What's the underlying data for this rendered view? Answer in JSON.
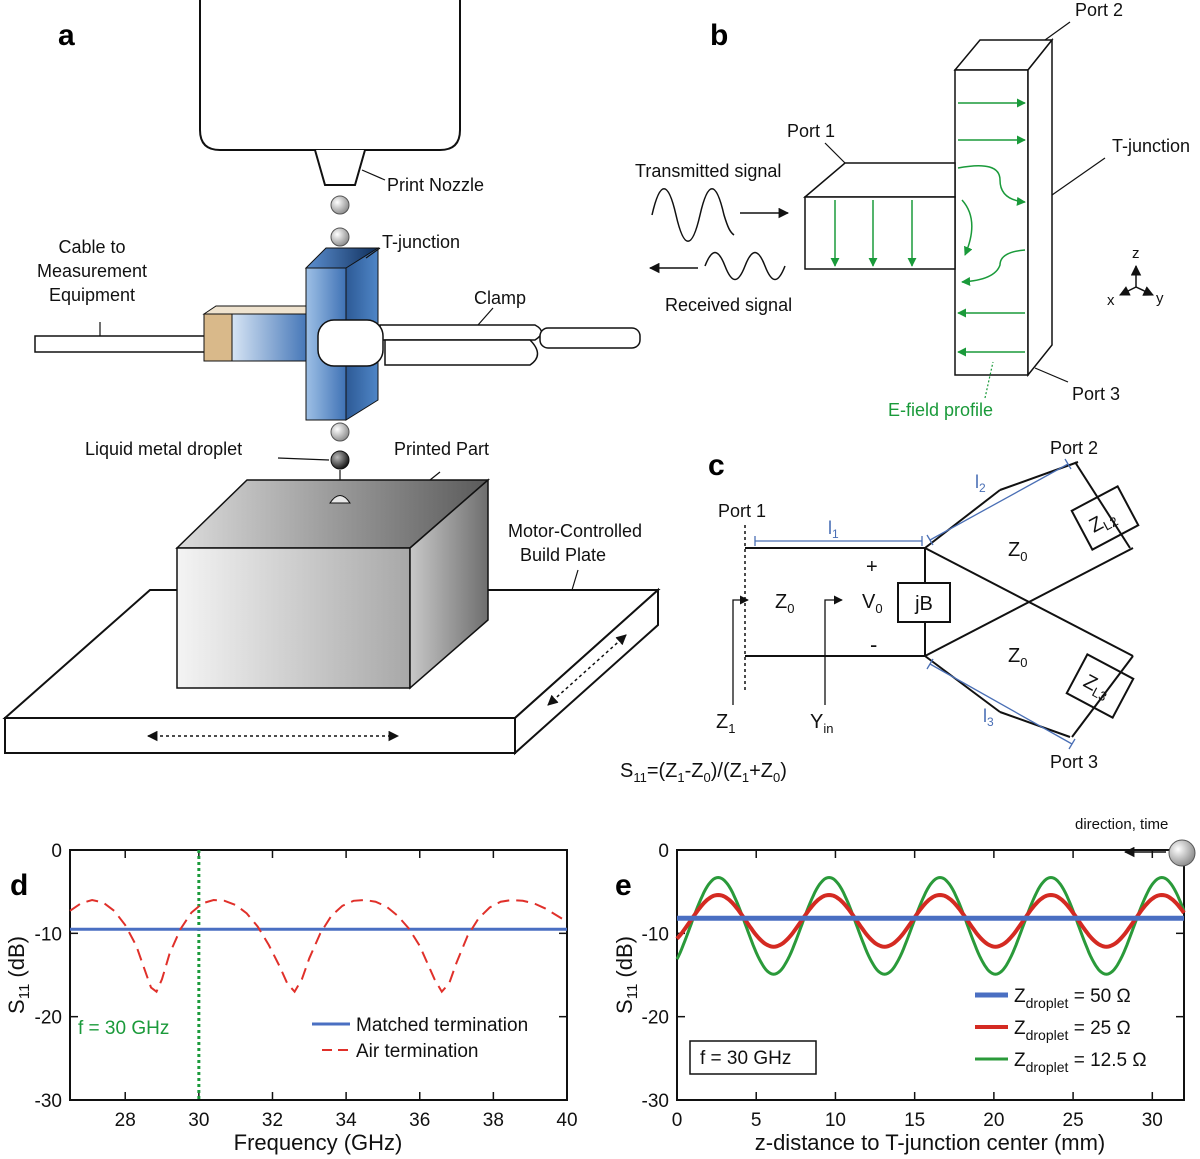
{
  "panels": {
    "a": "a",
    "b": "b",
    "c": "c",
    "d": "d",
    "e": "e"
  },
  "panel_a": {
    "print_nozzle": "Print Nozzle",
    "cable": [
      "Cable to",
      "Measurement",
      "Equipment"
    ],
    "t_junction": "T-junction",
    "clamp": "Clamp",
    "droplet": "Liquid metal droplet",
    "printed_part": "Printed Part",
    "build_plate": [
      "Motor-Controlled",
      "Build Plate"
    ]
  },
  "panel_b": {
    "port1": "Port 1",
    "port2": "Port 2",
    "port3": "Port 3",
    "t_junction": "T-junction",
    "transmitted": "Transmitted signal",
    "received": "Received signal",
    "efield": "E-field profile",
    "axis_z": "z",
    "axis_x": "x",
    "axis_y": "y",
    "colors": {
      "efield": "#1a9a3a"
    }
  },
  "panel_c": {
    "port1": "Port 1",
    "port2": "Port 2",
    "port3": "Port 3",
    "l1": "l",
    "l1_sub": "1",
    "l2": "l",
    "l2_sub": "2",
    "l3": "l",
    "l3_sub": "3",
    "z0": "Z",
    "z0_sub": "0",
    "v0": "V",
    "v0_sub": "0",
    "jb": "jB",
    "plus": "+",
    "minus": "-",
    "z1": "Z",
    "z1_sub": "1",
    "yin": "Y",
    "yin_sub": "in",
    "zl2": "Z",
    "zl2_sub": "L2",
    "zl3": "Z",
    "zl3_sub": "L3",
    "s11_s": "S",
    "s11_sub": "11",
    "eq_a": "=(Z",
    "eq_1": "1",
    "eq_b": "-Z",
    "eq_0": "0",
    "eq_c": ")/(Z",
    "eq_d": "+Z",
    "eq_e": ")",
    "colors": {
      "length": "#4a6fb5"
    }
  },
  "panel_e_extra": {
    "direction": "direction, time"
  },
  "chart_data": [
    {
      "type": "line",
      "panel": "d",
      "xlabel": "Frequency (GHz)",
      "ylabel_main": "S",
      "ylabel_sub": "11",
      "ylabel_unit": "(dB)",
      "xlim": [
        26.5,
        40
      ],
      "ylim": [
        -30,
        0
      ],
      "xticks": [
        28,
        30,
        32,
        34,
        36,
        38,
        40
      ],
      "yticks": [
        0,
        -10,
        -20,
        -30
      ],
      "annotation": {
        "text": "f = 30 GHz",
        "x": 30,
        "color": "#1a9a3a"
      },
      "legend": {
        "position": "bottom-right"
      },
      "series": [
        {
          "name": "Matched termination",
          "color": "#4a6fc2",
          "style": "solid",
          "x": [
            26.5,
            40
          ],
          "values": [
            -9.5,
            -9.5
          ]
        },
        {
          "name": "Air termination",
          "color": "#e0302a",
          "style": "dashed",
          "x": [
            26.5,
            26.8,
            27.1,
            27.4,
            27.7,
            28.0,
            28.3,
            28.5,
            28.7,
            28.85,
            29.0,
            29.2,
            29.5,
            29.8,
            30.1,
            30.4,
            30.7,
            31.0,
            31.3,
            31.6,
            31.9,
            32.2,
            32.4,
            32.6,
            32.8,
            33.0,
            33.3,
            33.6,
            33.9,
            34.2,
            34.5,
            34.8,
            35.1,
            35.4,
            35.7,
            36.0,
            36.2,
            36.4,
            36.6,
            36.8,
            37.0,
            37.3,
            37.6,
            37.9,
            38.2,
            38.5,
            38.8,
            39.1,
            39.4,
            39.7,
            40.0
          ],
          "values": [
            -7.3,
            -6.4,
            -6.0,
            -6.3,
            -7.3,
            -9.0,
            -11.5,
            -14.0,
            -16.5,
            -17.0,
            -15.5,
            -12.5,
            -9.5,
            -7.5,
            -6.4,
            -6.0,
            -6.1,
            -6.6,
            -7.6,
            -9.2,
            -11.4,
            -14.0,
            -16.0,
            -17.0,
            -15.5,
            -13.0,
            -10.0,
            -7.9,
            -6.7,
            -6.1,
            -6.0,
            -6.2,
            -6.8,
            -7.9,
            -9.4,
            -11.5,
            -13.5,
            -15.5,
            -17.0,
            -16.0,
            -13.5,
            -10.3,
            -8.2,
            -6.9,
            -6.2,
            -6.0,
            -6.1,
            -6.4,
            -7.0,
            -7.8,
            -8.6
          ]
        }
      ]
    },
    {
      "type": "line",
      "panel": "e",
      "xlabel": "z-distance to T-junction center (mm)",
      "ylabel_main": "S",
      "ylabel_sub": "11",
      "ylabel_unit": "(dB)",
      "xlim": [
        0,
        32
      ],
      "ylim": [
        -30,
        0
      ],
      "xticks": [
        0,
        5,
        10,
        15,
        20,
        25,
        30
      ],
      "yticks": [
        0,
        -10,
        -20,
        -30
      ],
      "annotation": {
        "text": "f = 30 GHz"
      },
      "legend": {
        "position": "bottom-right"
      },
      "series": [
        {
          "name": "Z",
          "name_sub": "droplet",
          "name_rest": " = 50 Ω",
          "color": "#4a6fc2",
          "width": 5,
          "x": [
            0,
            32
          ],
          "values": [
            -8.2,
            -8.2
          ]
        },
        {
          "name": "Z",
          "name_sub": "droplet",
          "name_rest": " = 25 Ω",
          "color": "#d42a22",
          "width": 4,
          "period": 7.0,
          "mean": -8.5,
          "amp": 3.1,
          "peak_x": 2.6
        },
        {
          "name": "Z",
          "name_sub": "droplet",
          "name_rest": " = 12.5 Ω",
          "color": "#2a9a3a",
          "width": 3,
          "period": 7.0,
          "mean": -9.1,
          "amp": 5.8,
          "peak_x": 2.6
        }
      ]
    }
  ]
}
